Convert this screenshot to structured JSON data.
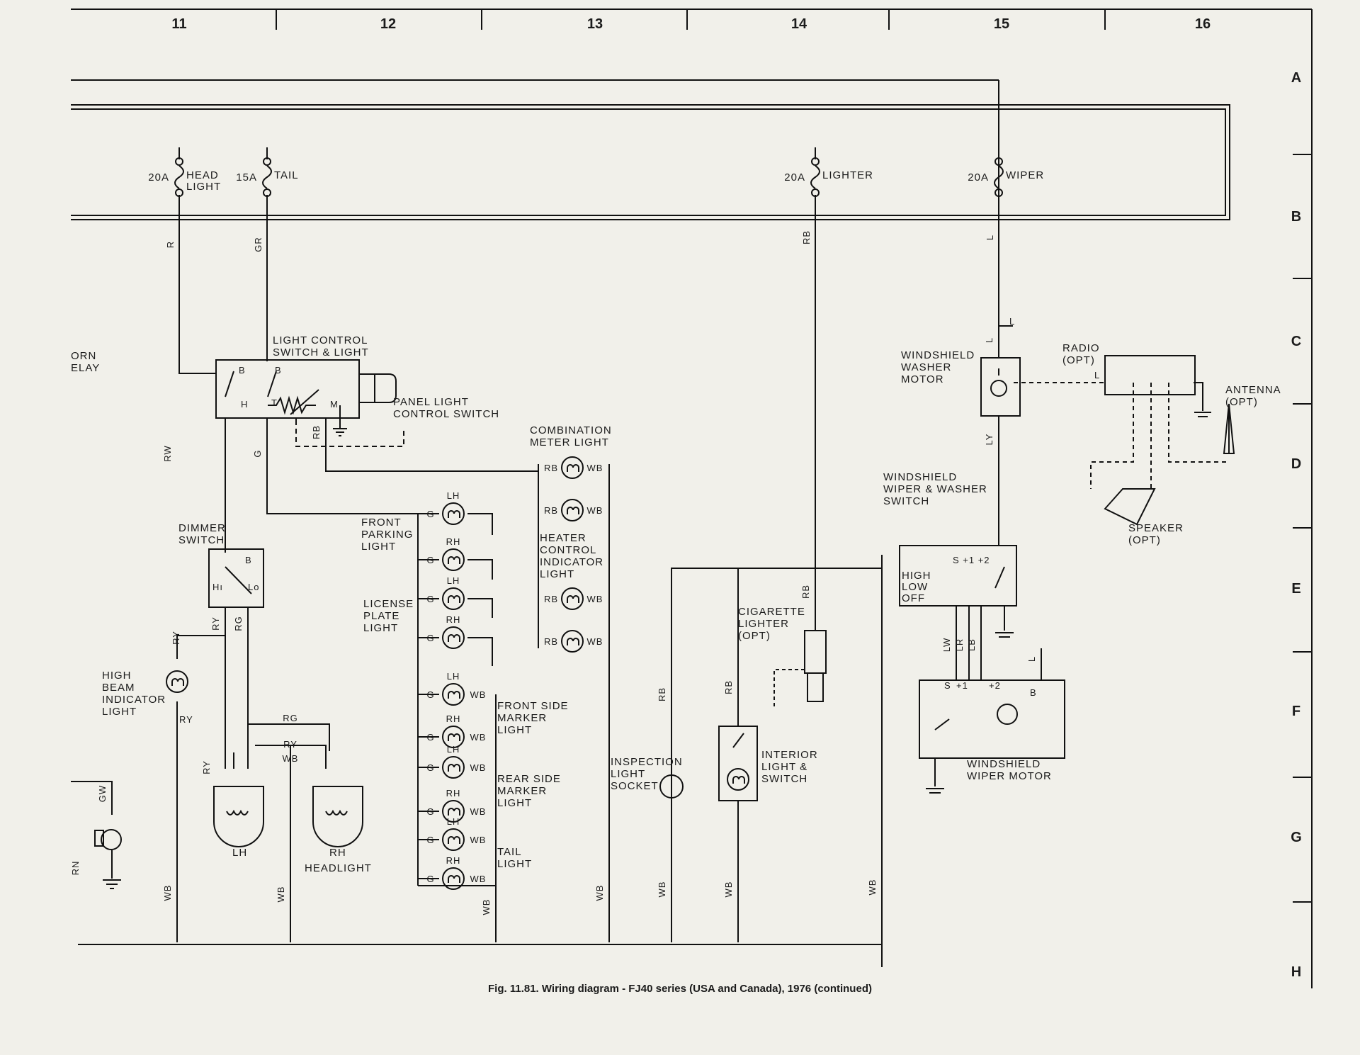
{
  "columns": [
    "11",
    "12",
    "13",
    "14",
    "15",
    "16"
  ],
  "rows": [
    "A",
    "B",
    "C",
    "D",
    "E",
    "F",
    "G",
    "H"
  ],
  "fuses": [
    {
      "amp": "20A",
      "name": [
        "HEAD",
        "LIGHT"
      ],
      "wire": "R"
    },
    {
      "amp": "15A",
      "name": [
        "TAIL"
      ],
      "wire": "GR"
    },
    {
      "amp": "20A",
      "name": [
        "LIGHTER"
      ],
      "wire": "RB"
    },
    {
      "amp": "20A",
      "name": [
        "WIPER"
      ],
      "wire": "L"
    }
  ],
  "components": {
    "horn_relay": [
      "ORN",
      "ELAY"
    ],
    "light_control": [
      "LIGHT CONTROL",
      "SWITCH & LIGHT"
    ],
    "panel_light": [
      "PANEL LIGHT",
      "CONTROL SWITCH"
    ],
    "dimmer": [
      "DIMMER",
      "SWITCH"
    ],
    "high_beam": [
      "HIGH",
      "BEAM",
      "INDICATOR",
      "LIGHT"
    ],
    "headlight": "HEADLIGHT",
    "combination_meter": [
      "COMBINATION",
      "METER LIGHT"
    ],
    "heater_control": [
      "HEATER",
      "CONTROL",
      "INDICATOR",
      "LIGHT"
    ],
    "front_parking": [
      "FRONT",
      "PARKING",
      "LIGHT"
    ],
    "license_plate": [
      "LICENSE",
      "PLATE",
      "LIGHT"
    ],
    "front_side_marker": [
      "FRONT SIDE",
      "MARKER",
      "LIGHT"
    ],
    "rear_side_marker": [
      "REAR SIDE",
      "MARKER",
      "LIGHT"
    ],
    "tail_light": [
      "TAIL",
      "LIGHT"
    ],
    "inspection_socket": [
      "INSPECTION",
      "LIGHT",
      "SOCKET"
    ],
    "cigarette_lighter": [
      "CIGARETTE",
      "LIGHTER",
      "(OPT)"
    ],
    "interior_light": [
      "INTERIOR",
      "LIGHT &",
      "SWITCH"
    ],
    "washer_motor": [
      "WINDSHIELD",
      "WASHER",
      "MOTOR"
    ],
    "wiper_switch": [
      "WINDSHIELD",
      "WIPER & WASHER",
      "SWITCH"
    ],
    "wiper_motor": [
      "WINDSHIELD",
      "WIPER MOTOR"
    ],
    "radio": [
      "RADIO",
      "(OPT)"
    ],
    "antenna": [
      "ANTENNA",
      "(OPT)"
    ],
    "speaker": [
      "SPEAKER",
      "(OPT)"
    ]
  },
  "wiper_positions": [
    "HIGH",
    "LOW",
    "OFF"
  ],
  "caption": "Fig. 11.81. Wiring diagram - FJ40 series (USA and Canada), 1976 (continued)"
}
